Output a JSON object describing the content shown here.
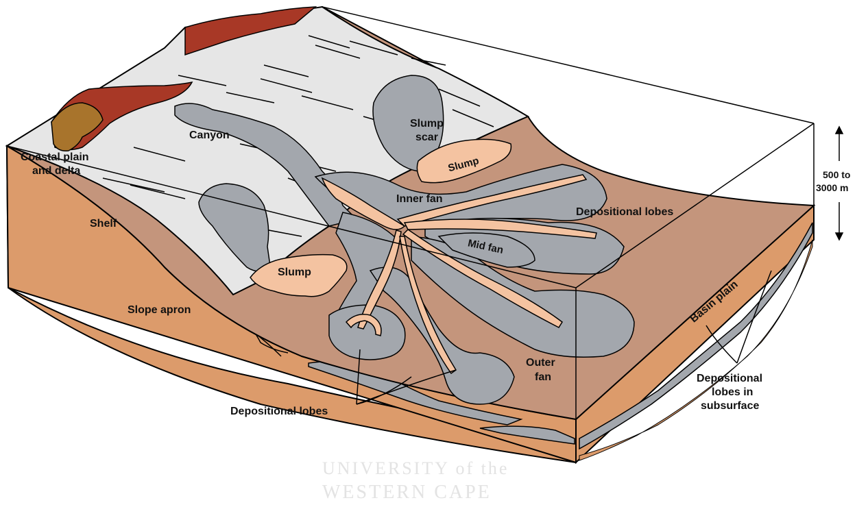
{
  "labels": {
    "coastal_plain_line1": "Coastal plain",
    "coastal_plain_line2": "and delta",
    "canyon": "Canyon",
    "shelf": "Shelf",
    "slope_apron": "Slope apron",
    "slump_upper": "Slump",
    "slump_scar_line1": "Slump",
    "slump_scar_line2": "scar",
    "slump_lower": "Slump",
    "inner_fan": "Inner fan",
    "mid_fan": "Mid fan",
    "outer_fan_line1": "Outer",
    "outer_fan_line2": "fan",
    "depositional_lobes_top": "Depositional lobes",
    "depositional_lobes_bottom": "Depositional lobes",
    "basin_plain": "Basin plain",
    "subsurface_line1": "Depositional",
    "subsurface_line2": "lobes in",
    "subsurface_line3": "subsurface",
    "depth_line1": "500 to",
    "depth_line2": "3000 m"
  },
  "watermark": {
    "line1": "UNIVERSITY of the",
    "line2": "WESTERN CAPE"
  },
  "colors": {
    "slope_surface": "#e6e6e6",
    "basin_floor": "#c4957c",
    "block_side": "#dc9b6b",
    "fan_gray": "#a3a7ad",
    "channel_peach": "#f4c3a1",
    "delta_red": "#a83826",
    "delta_brown": "#a8742c"
  }
}
